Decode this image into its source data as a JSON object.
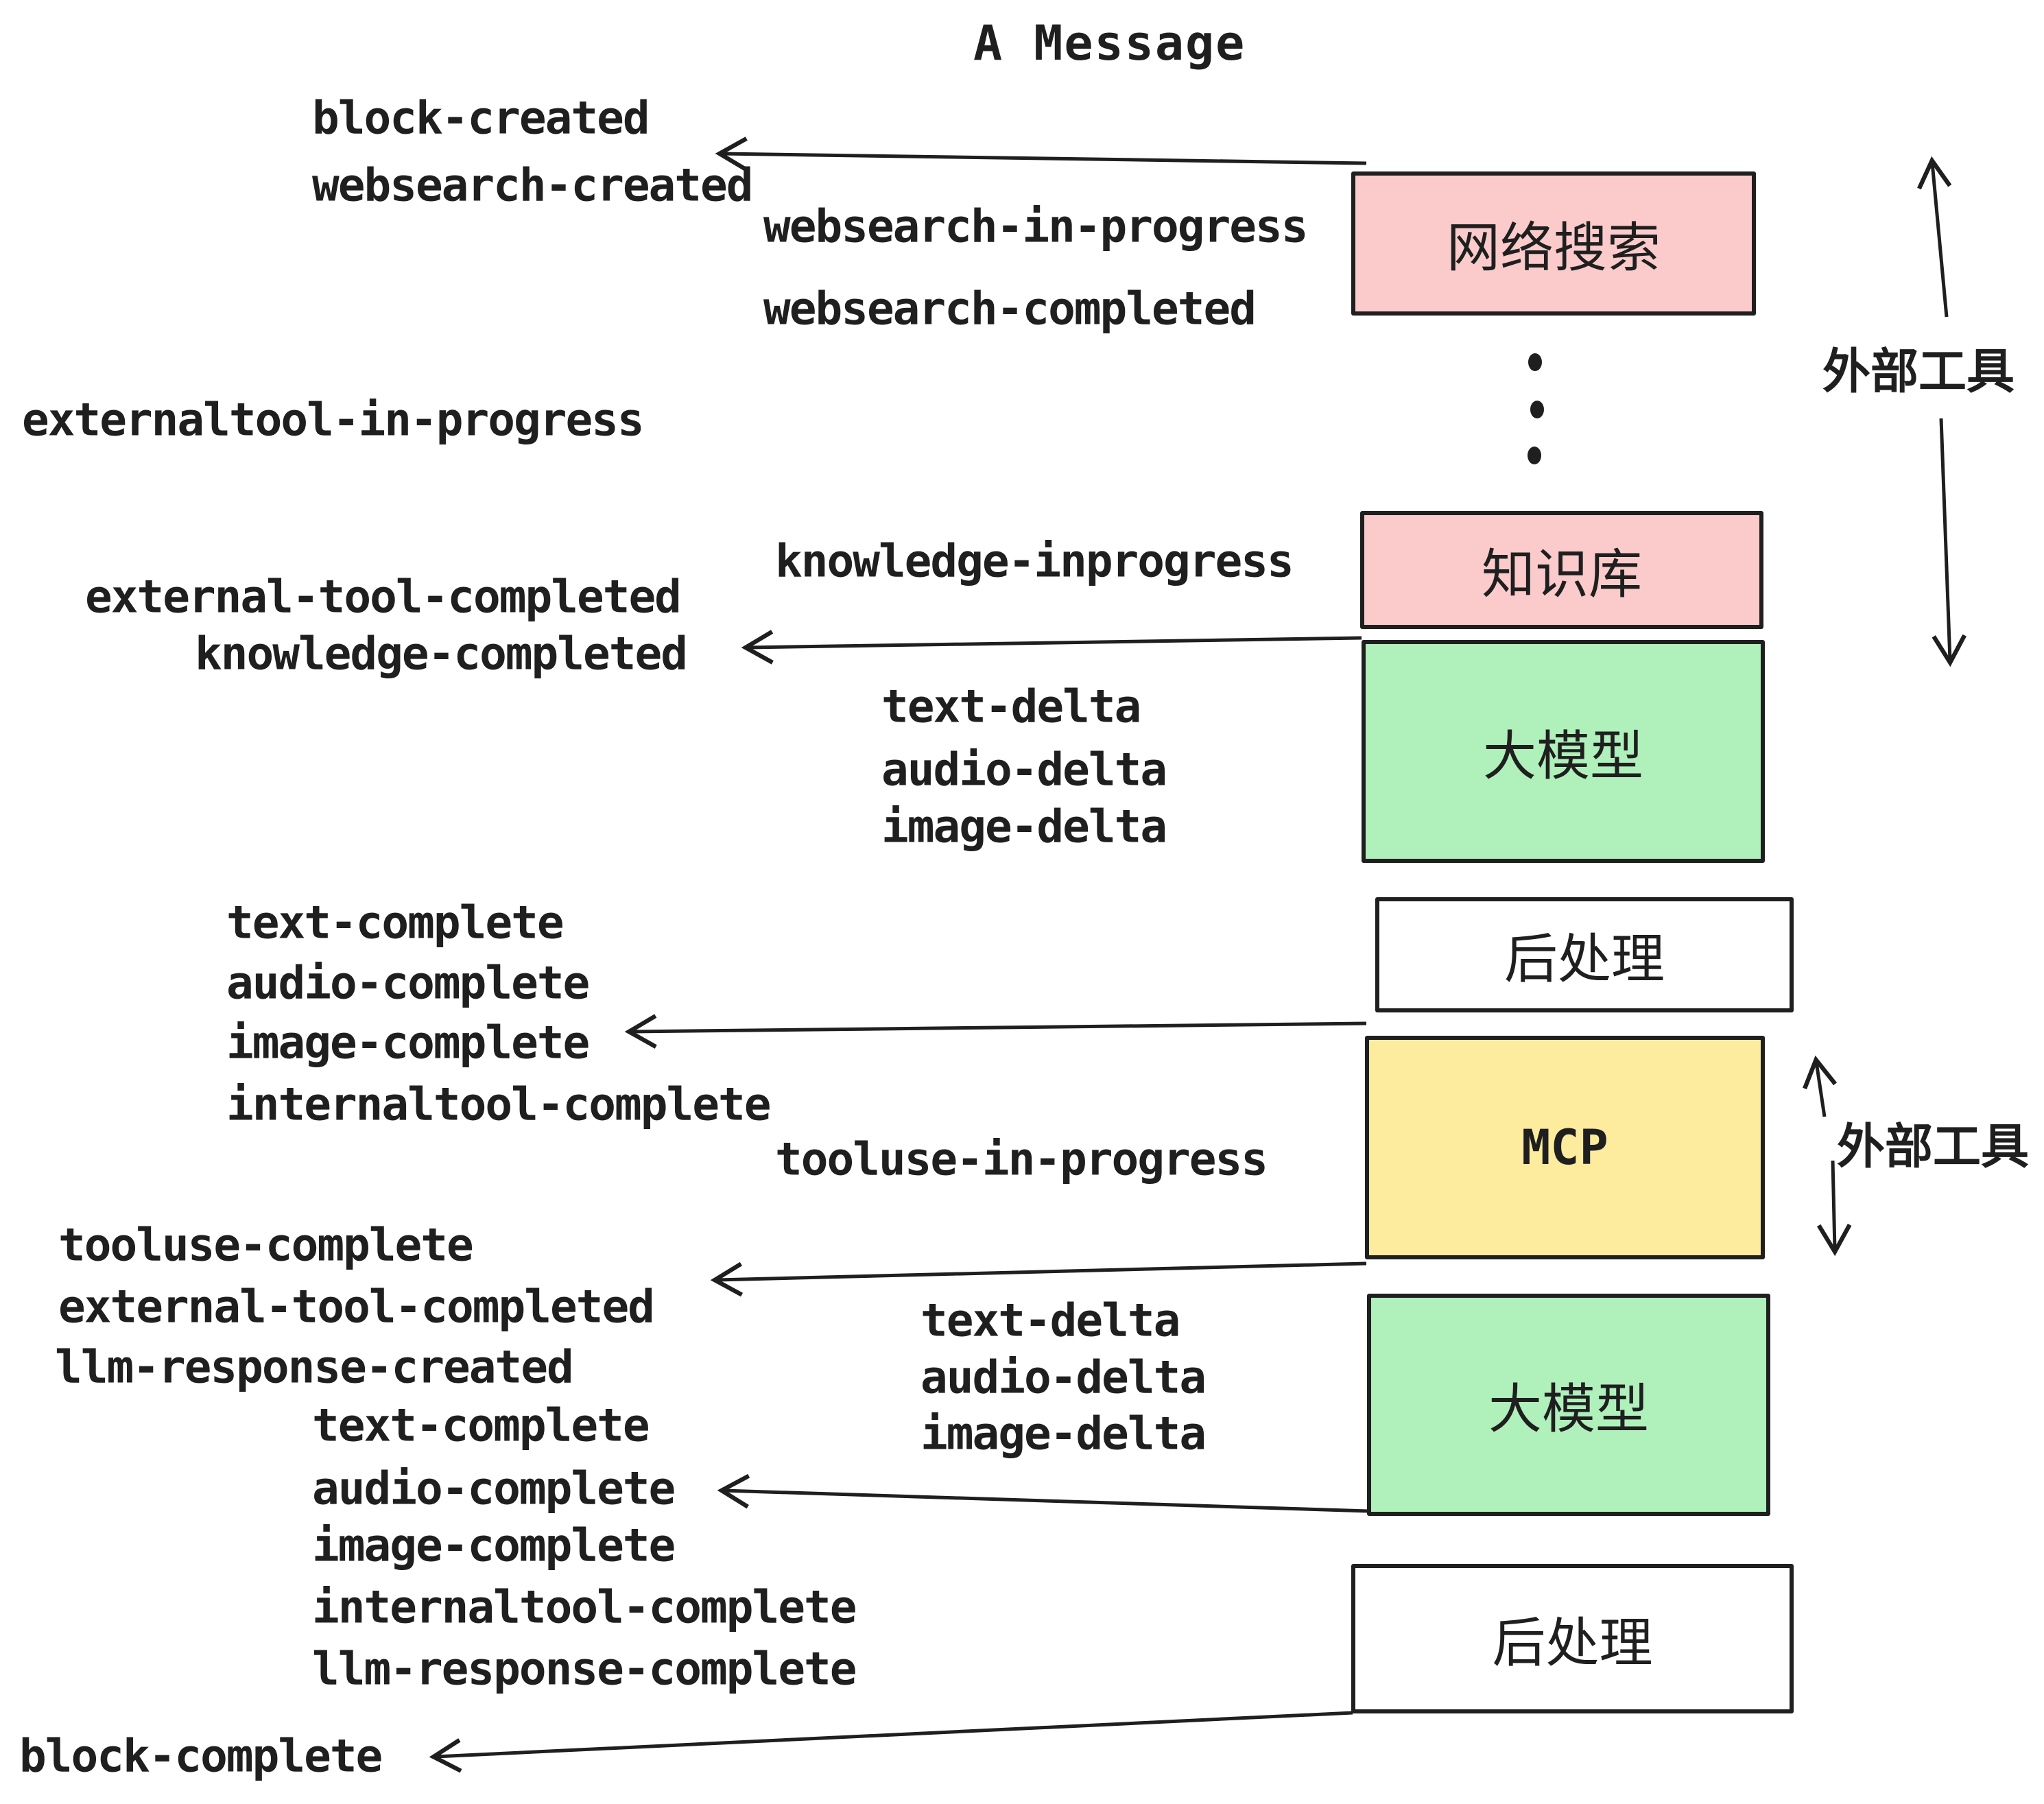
{
  "title": "A Message",
  "colors": {
    "pink": "#fbcbcb",
    "green": "#aff0bb",
    "yellow": "#fdec9d",
    "white": "#ffffff",
    "ink": "#1f1f1f"
  },
  "boxes": [
    {
      "label": "网络搜索",
      "fill": "pink"
    },
    {
      "label": "知识库",
      "fill": "pink"
    },
    {
      "label": "大模型",
      "fill": "green"
    },
    {
      "label": "后处理",
      "fill": "white"
    },
    {
      "label": "MCP",
      "fill": "yellow"
    },
    {
      "label": "大模型",
      "fill": "green"
    },
    {
      "label": "后处理",
      "fill": "white"
    }
  ],
  "side_labels": [
    {
      "text": "外部工具"
    },
    {
      "text": "外部工具"
    }
  ],
  "events": {
    "block_created": "block-created",
    "websearch_created": "websearch-created",
    "websearch_in_progress": "websearch-in-progress",
    "websearch_completed": "websearch-completed",
    "externaltool_in_progress": "externaltool-in-progress",
    "external_tool_completed": "external-tool-completed",
    "knowledge_inprogress": "knowledge-inprogress",
    "knowledge_completed": "knowledge-completed",
    "text_delta": "text-delta",
    "audio_delta": "audio-delta",
    "image_delta": "image-delta",
    "text_complete": "text-complete",
    "audio_complete": "audio-complete",
    "image_complete": "image-complete",
    "internaltool_complete": "internaltool-complete",
    "tooluse_in_progress": "tooluse-in-progress",
    "tooluse_complete": "tooluse-complete",
    "llm_response_created": "llm-response-created",
    "llm_response_complete": "llm-response-complete",
    "block_complete": "block-complete"
  }
}
